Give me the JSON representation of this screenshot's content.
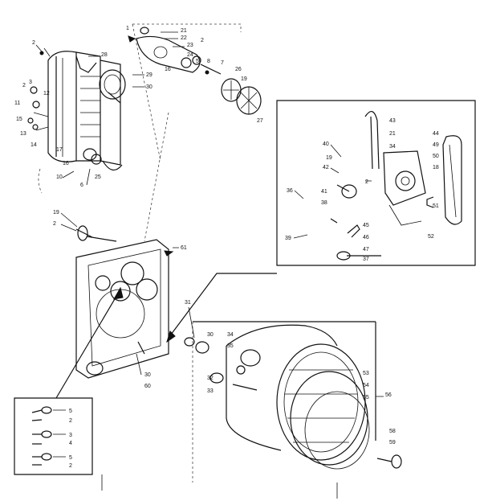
{
  "labels": {
    "upper_left": [
      "2",
      "2",
      "3",
      "11",
      "13",
      "14",
      "12",
      "15",
      "10",
      "17",
      "16",
      "6",
      "25",
      "28",
      "29",
      "30"
    ],
    "upper_center": [
      "1",
      "21",
      "22",
      "23",
      "2",
      "24",
      "5",
      "8",
      "16",
      "7",
      "26",
      "19",
      "27"
    ],
    "mid_left": [
      "19",
      "2",
      "61"
    ],
    "inset": [
      "43",
      "21",
      "40",
      "34",
      "44",
      "19",
      "49",
      "42",
      "50",
      "2",
      "36",
      "41",
      "51",
      "38",
      "39",
      "45",
      "52",
      "46",
      "47",
      "37",
      "18"
    ],
    "drum_area": [
      "31",
      "30",
      "34",
      "35",
      "32",
      "33",
      "53",
      "54",
      "55",
      "56",
      "30",
      "60",
      "58",
      "59"
    ],
    "bottom_left_inset": [
      "5",
      "2",
      "3",
      "4",
      "5",
      "2"
    ]
  }
}
